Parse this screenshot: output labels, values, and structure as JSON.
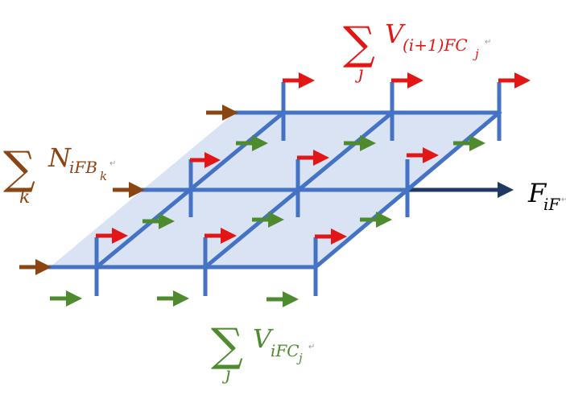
{
  "colors": {
    "grid": "#4472c4",
    "plane": "#dae3f3",
    "red": "#e31515",
    "green": "#4e8a2e",
    "brown": "#8b4513",
    "navy": "#1f3864",
    "black": "#000000"
  },
  "labels": {
    "top_sum": {
      "sigma": "∑",
      "index": "j",
      "main": "V",
      "sub": "(i+1)FC",
      "subsub": "j",
      "color_key": "red"
    },
    "left_sum": {
      "sigma": "∑",
      "index": "k",
      "main": "N",
      "sub": "iFB",
      "subsub": "k",
      "color_key": "brown"
    },
    "bottom_sum": {
      "sigma": "∑",
      "index": "j",
      "main": "V",
      "sub": "iFC",
      "subsub": "j",
      "color_key": "green"
    },
    "right_label": {
      "main": "F",
      "sub": "iF",
      "color_key": "black"
    },
    "return_mark": "↵"
  },
  "arrow_groups": {
    "red_flags": 9,
    "green_in_plane": 6,
    "green_below": 3,
    "brown_inputs": 3,
    "output_arrow": 1
  }
}
